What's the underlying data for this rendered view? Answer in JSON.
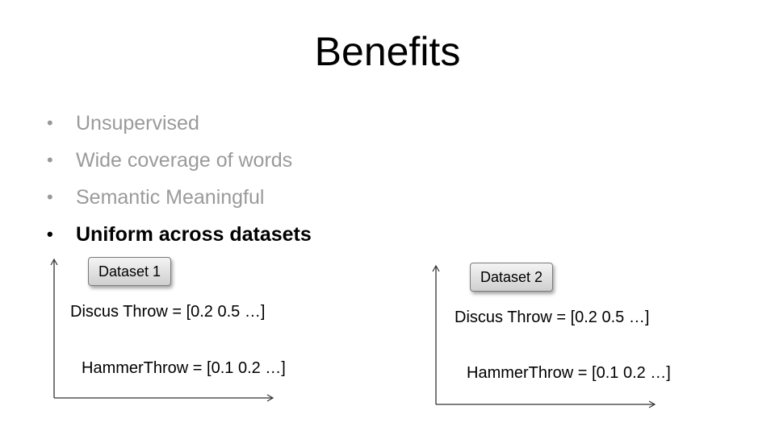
{
  "slide": {
    "title": "Benefits",
    "bullets": [
      {
        "text": "Unsupervised",
        "emphasis": false
      },
      {
        "text": "Wide coverage of words",
        "emphasis": false
      },
      {
        "text": "Semantic Meaningful",
        "emphasis": false
      },
      {
        "text": "Uniform across datasets",
        "emphasis": true
      }
    ],
    "bullet_glyph": "•",
    "datasets": [
      {
        "label": "Dataset 1",
        "lines": [
          "Discus Throw = [0.2 0.5 …]",
          "HammerThrow = [0.1 0.2 …]"
        ]
      },
      {
        "label": "Dataset 2",
        "lines": [
          "Discus Throw = [0.2 0.5 …]",
          "HammerThrow = [0.1 0.2 …]"
        ]
      }
    ]
  },
  "colors": {
    "dim_text": "#9a9a9a",
    "axis": "#333333"
  }
}
